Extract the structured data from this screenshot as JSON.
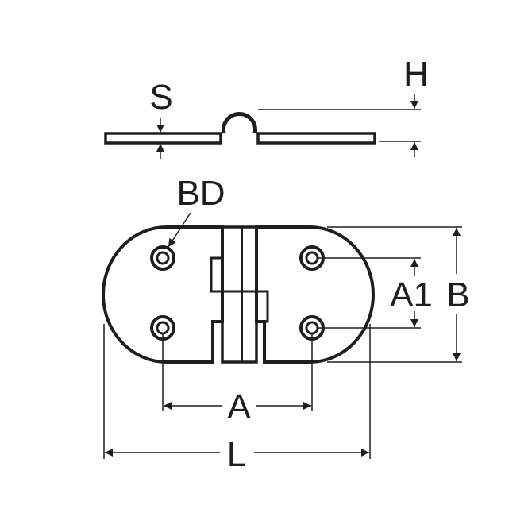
{
  "labels": {
    "H": "H",
    "S": "S",
    "BD": "BD",
    "A1": "A1",
    "B": "B",
    "A": "A",
    "L": "L"
  },
  "colors": {
    "line": "#1e1e1e",
    "background": "#ffffff"
  }
}
